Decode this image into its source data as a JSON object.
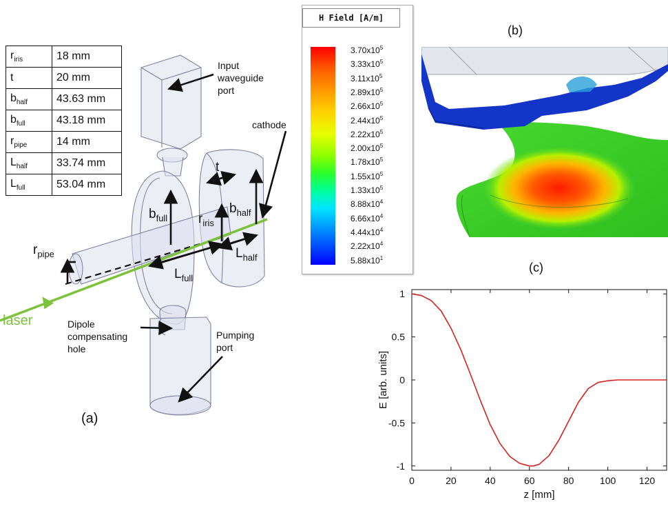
{
  "panel_a": {
    "label": "(a)",
    "table": [
      {
        "symbol": "r",
        "sub": "iris",
        "value": "18 mm"
      },
      {
        "symbol": "t",
        "sub": "",
        "value": "20 mm"
      },
      {
        "symbol": "b",
        "sub": "half",
        "value": "43.63 mm"
      },
      {
        "symbol": "b",
        "sub": "full",
        "value": "43.18 mm"
      },
      {
        "symbol": "r",
        "sub": "pipe",
        "value": "14 mm"
      },
      {
        "symbol": "L",
        "sub": "half",
        "value": "33.74 mm"
      },
      {
        "symbol": "L",
        "sub": "full",
        "value": "53.04 mm"
      }
    ],
    "labels": {
      "input_port": [
        "Input",
        "waveguide",
        "port"
      ],
      "cathode": "cathode",
      "dipole": [
        "Dipole",
        "compensating",
        "hole"
      ],
      "pumping": [
        "Pumping",
        "port"
      ],
      "laser": "laser",
      "t": "t",
      "b_full": {
        "main": "b",
        "sub": "full"
      },
      "b_half": {
        "main": "b",
        "sub": "half"
      },
      "r_iris": {
        "main": "r",
        "sub": "iris"
      },
      "r_pipe": {
        "main": "r",
        "sub": "pipe"
      },
      "L_full": {
        "main": "L",
        "sub": "full"
      },
      "L_half": {
        "main": "L",
        "sub": "half"
      }
    }
  },
  "legend": {
    "title": "H Field [A/m]",
    "labels": [
      {
        "mant": "3.70x10",
        "exp": "5"
      },
      {
        "mant": "3.33x10",
        "exp": "5"
      },
      {
        "mant": "3.11x10",
        "exp": "5"
      },
      {
        "mant": "2.89x10",
        "exp": "5"
      },
      {
        "mant": "2.66x10",
        "exp": "5"
      },
      {
        "mant": "2.44x10",
        "exp": "5"
      },
      {
        "mant": "2.22x10",
        "exp": "5"
      },
      {
        "mant": "2.00x10",
        "exp": "5"
      },
      {
        "mant": "1.78x10",
        "exp": "5"
      },
      {
        "mant": "1.55x10",
        "exp": "5"
      },
      {
        "mant": "1.33x10",
        "exp": "5"
      },
      {
        "mant": "8.88x10",
        "exp": "4"
      },
      {
        "mant": "6.66x10",
        "exp": "4"
      },
      {
        "mant": "4.44x10",
        "exp": "4"
      },
      {
        "mant": "2.22x10",
        "exp": "4"
      },
      {
        "mant": "5.88x10",
        "exp": "1"
      }
    ]
  },
  "panel_b": {
    "label": "(b)"
  },
  "panel_c": {
    "label": "(c)"
  },
  "chart_data": {
    "type": "line",
    "xlabel": "z [mm]",
    "ylabel": "E [arb. units]",
    "xlim": [
      0,
      130
    ],
    "ylim": [
      -1.05,
      1.05
    ],
    "xticks": [
      0,
      20,
      40,
      60,
      80,
      100,
      120
    ],
    "yticks": [
      1,
      0.5,
      0,
      -0.5,
      -1
    ],
    "series": [
      {
        "color": "#d62020",
        "x": [
          0,
          5,
          10,
          15,
          20,
          25,
          30,
          35,
          40,
          45,
          50,
          55,
          60,
          62,
          65,
          70,
          75,
          80,
          85,
          90,
          95,
          100,
          105,
          110,
          120,
          130
        ],
        "y": [
          1.0,
          0.98,
          0.92,
          0.8,
          0.6,
          0.35,
          0.06,
          -0.24,
          -0.52,
          -0.74,
          -0.89,
          -0.97,
          -1.0,
          -1.0,
          -0.98,
          -0.88,
          -0.7,
          -0.48,
          -0.26,
          -0.1,
          -0.03,
          -0.01,
          0.0,
          0.0,
          0.0,
          0.0
        ]
      }
    ],
    "grid": false
  }
}
